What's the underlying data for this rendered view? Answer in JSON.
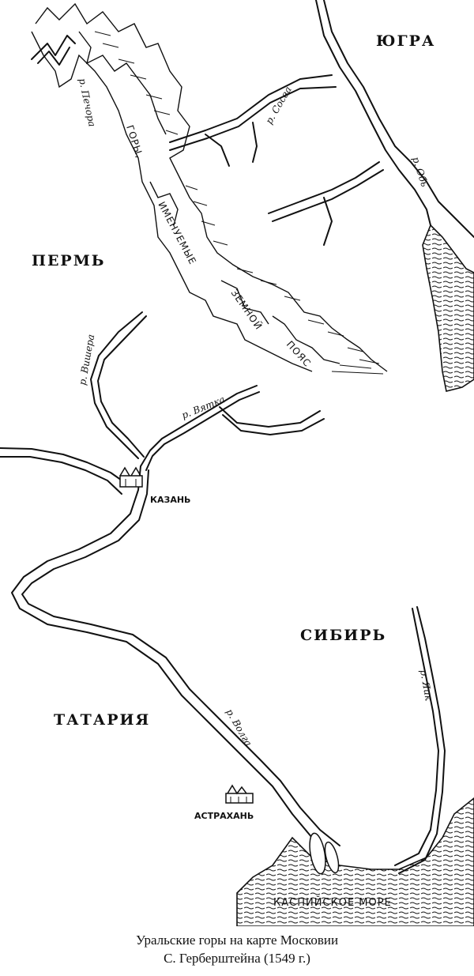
{
  "map": {
    "regions": {
      "yugra": "ЮГРА",
      "perm": "ПЕРМЬ",
      "sibir": "СИБИРЬ",
      "tatariya": "ТАТАРИЯ"
    },
    "cities": {
      "kazan": "КАЗАНЬ",
      "astrakhan": "АСТРАХАНЬ"
    },
    "rivers": {
      "pechora": "р. Печора",
      "sosva": "р. Сосва",
      "ob": "р. Обь",
      "vishera": "р. Вишера",
      "vyatka": "р. Вятка",
      "volga": "р. Волга",
      "yaik": "р. Яик"
    },
    "mountains": {
      "word1": "ГОРЫ,",
      "word2": "ИМЕНУЕМЫЕ",
      "word3": "ЗЕМНОЙ",
      "word4": "ПОЯС"
    },
    "sea": "КАСПИЙСКОЕ МОРЕ"
  },
  "caption": {
    "line1": "Уральские горы на карте Московии",
    "line2": "С. Герберштейна (1549 г.)"
  }
}
